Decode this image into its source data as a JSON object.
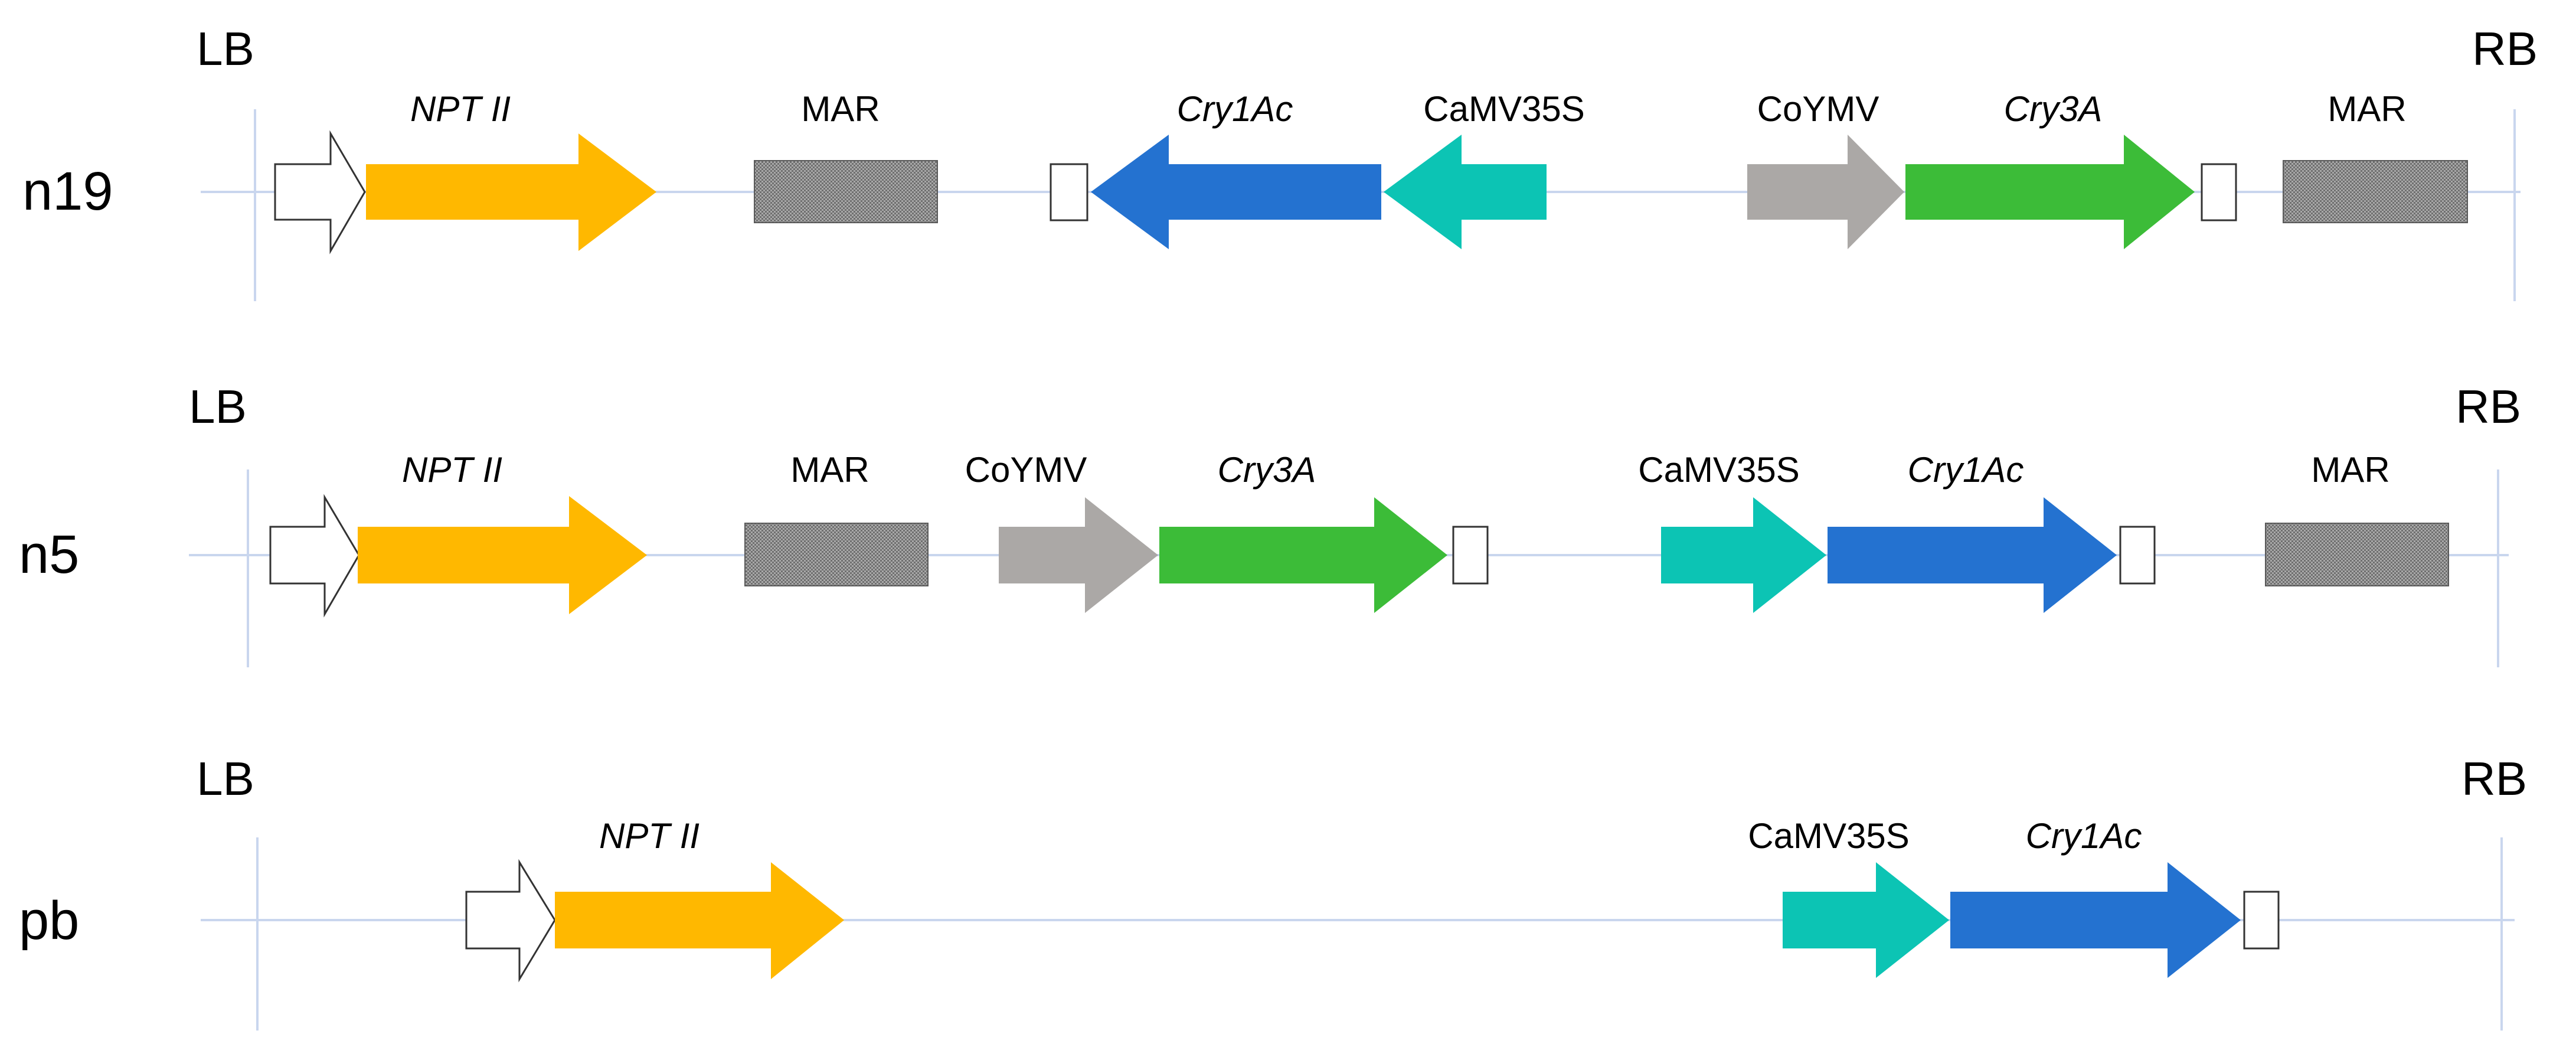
{
  "colors": {
    "npt": "#FFB800",
    "cry1ac": "#2472D0",
    "camv": "#0CC4B4",
    "coymv": "#ABA8A6",
    "cry3a": "#3CBC38",
    "line": "#C9D6EE",
    "mar_fill": "#8F8F8F"
  },
  "icons": {
    "promoter": "open-arrow-icon",
    "terminator": "terminator-box-icon",
    "matrix_attachment_region": "hatched-box-icon"
  },
  "constructs": [
    {
      "name": "n19",
      "left_border": "LB",
      "right_border": "RB",
      "labels": [
        {
          "text": "NPT II",
          "italic": true
        },
        {
          "text": "MAR",
          "italic": false
        },
        {
          "text": "Cry1Ac",
          "italic": true
        },
        {
          "text": "CaMV35S",
          "italic": false
        },
        {
          "text": "CoYMV",
          "italic": false
        },
        {
          "text": "Cry3A",
          "italic": true
        },
        {
          "text": "MAR",
          "italic": false
        }
      ]
    },
    {
      "name": "n5",
      "left_border": "LB",
      "right_border": "RB",
      "labels": [
        {
          "text": "NPT II",
          "italic": true
        },
        {
          "text": "MAR",
          "italic": false
        },
        {
          "text": "CoYMV",
          "italic": false
        },
        {
          "text": "Cry3A",
          "italic": true
        },
        {
          "text": "CaMV35S",
          "italic": false
        },
        {
          "text": "Cry1Ac",
          "italic": true
        },
        {
          "text": "MAR",
          "italic": false
        }
      ]
    },
    {
      "name": "pb",
      "left_border": "LB",
      "right_border": "RB",
      "labels": [
        {
          "text": "NPT II",
          "italic": true
        },
        {
          "text": "CaMV35S",
          "italic": false
        },
        {
          "text": "Cry1Ac",
          "italic": true
        }
      ]
    }
  ]
}
